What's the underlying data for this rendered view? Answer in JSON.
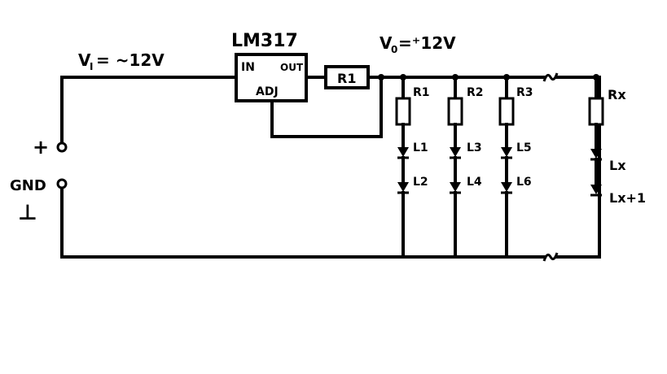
{
  "regulator": {
    "name": "LM317",
    "pin_in": "IN",
    "pin_out": "OUT",
    "pin_adj": "ADJ"
  },
  "input": {
    "v_letter": "V",
    "v_sub": "I",
    "v_value": "= ~12V",
    "plus": "+",
    "gnd": "GND",
    "gnd_symbol": "⊥"
  },
  "output": {
    "v_letter": "V",
    "v_sub": "0",
    "v_value": "=⁺12V"
  },
  "series_resistor": "R1",
  "branches": [
    {
      "resistor": "R1",
      "led_top": "L1",
      "led_bottom": "L2"
    },
    {
      "resistor": "R2",
      "led_top": "L3",
      "led_bottom": "L4"
    },
    {
      "resistor": "R3",
      "led_top": "L5",
      "led_bottom": "L6"
    },
    {
      "resistor": "Rx",
      "led_top": "Lx",
      "led_bottom": "Lx+1"
    }
  ],
  "break_symbol": "~"
}
